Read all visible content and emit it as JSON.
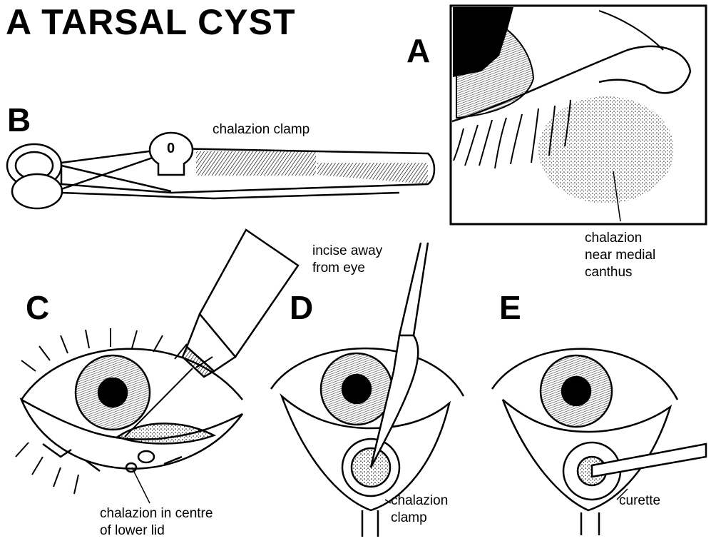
{
  "title": "A TARSAL CYST",
  "panels": {
    "A": {
      "label": "A",
      "caption_lines": [
        "chalazion",
        "near medial",
        "canthus"
      ]
    },
    "B": {
      "label": "B",
      "caption": "chalazion clamp",
      "dial_mark": "0"
    },
    "C": {
      "label": "C",
      "caption_lines": [
        "chalazion in centre",
        "of lower lid"
      ]
    },
    "D": {
      "label": "D",
      "caption_lines": [
        "chalazion",
        "clamp"
      ],
      "note_lines": [
        "incise away",
        "from eye"
      ]
    },
    "E": {
      "label": "E",
      "caption": "curette"
    }
  }
}
